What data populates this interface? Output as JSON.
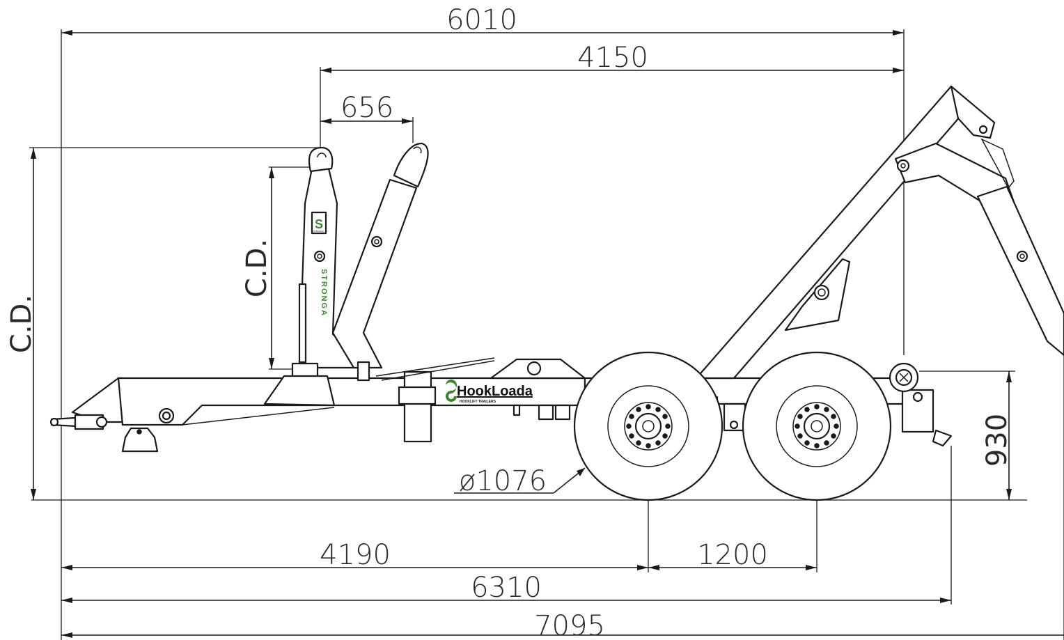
{
  "dimensions": {
    "overall_top": "6010",
    "hook_to_rear": "4150",
    "hook_swing": "656",
    "cd_outer": "C.D.",
    "cd_inner": "C.D.",
    "tire_diameter": "ø1076",
    "frame_height": "930",
    "front_to_axle": "4190",
    "axle_spacing": "1200",
    "front_to_rear_frame": "6310",
    "overall_length": "7095"
  },
  "branding": {
    "hookloada_logo_text": "HookLoada",
    "hookloada_tagline": "HOOKLIFT TRAILERS",
    "stronga_vertical_text": "STRONGA",
    "stronga_small_text": "STRONGA"
  },
  "colors": {
    "line": "#1a1a1a",
    "brand_green": "#3a8a2a"
  }
}
